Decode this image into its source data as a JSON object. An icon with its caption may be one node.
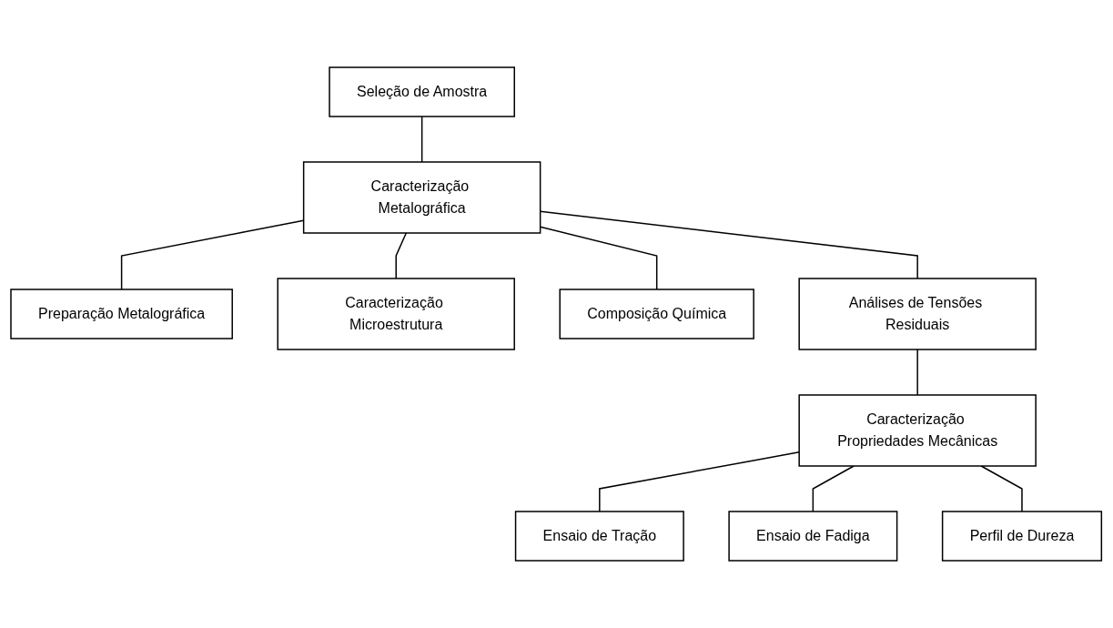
{
  "diagram": {
    "nodes": [
      {
        "text": [
          "Seleção de Amostra"
        ]
      },
      {
        "text": [
          "Caracterização Metalográfica"
        ]
      },
      {
        "text": [
          "Preparação Metalográfica"
        ]
      },
      {
        "text": [
          "Caracterização Microestrutura"
        ]
      },
      {
        "text": [
          "Composição Química"
        ]
      },
      {
        "text": [
          "Análises de Tensões Residuais"
        ]
      },
      {
        "text": [
          "Caracterização Propriedades Mecânicas"
        ]
      },
      {
        "text": [
          "Ensaio de Tração"
        ]
      },
      {
        "text": [
          "Ensaio de Fadiga"
        ]
      },
      {
        "text": [
          "Perfil de Dureza"
        ]
      }
    ],
    "edges": [
      {
        "from": 0,
        "to": 1,
        "arrow": "none"
      },
      {
        "from": 1,
        "to": 2,
        "arrow": "none"
      },
      {
        "from": 1,
        "to": 3,
        "arrow": "none"
      },
      {
        "from": 1,
        "to": 4,
        "arrow": "none"
      },
      {
        "from": 1,
        "to": 5,
        "arrow": "none"
      },
      {
        "from": 5,
        "to": 6,
        "arrow": "none"
      },
      {
        "from": 6,
        "to": 7,
        "arrow": "none"
      },
      {
        "from": 6,
        "to": 8,
        "arrow": "none"
      },
      {
        "from": 6,
        "to": 9,
        "arrow": "none"
      }
    ]
  }
}
